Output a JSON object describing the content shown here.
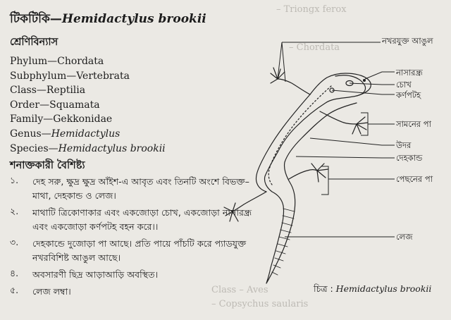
{
  "title": {
    "common_name": "টিকটিকি—",
    "scientific_name": "Hemidactylus brookii"
  },
  "classification": {
    "heading": "শ্রেণিবিন্যাস",
    "ranks": [
      {
        "rank": "Phylum—",
        "value": "Chordata",
        "italic": false
      },
      {
        "rank": "Subphylum—",
        "value": "Vertebrata",
        "italic": false
      },
      {
        "rank": "Class—",
        "value": "Reptilia",
        "italic": false
      },
      {
        "rank": "Order—",
        "value": "Squamata",
        "italic": false
      },
      {
        "rank": "Family—",
        "value": "Gekkonidae",
        "italic": false
      },
      {
        "rank": "Genus—",
        "value": "Hemidactylus",
        "italic": true
      },
      {
        "rank": "Species—",
        "value": "Hemidactylus brookii",
        "italic": true
      }
    ]
  },
  "characteristics": {
    "heading": "শনাক্তকারী বৈশিষ্ট্য",
    "items": [
      {
        "num": "১.",
        "text": "দেহ সরু, ক্ষুদ্র ক্ষুদ্র আঁইশ-এ আবৃত এবং তিনটি অংশে বিভক্ত–মাথা, দেহকান্ড ও লেজ।"
      },
      {
        "num": "২.",
        "text": "মাথাটি ত্রিকোণাকার এবং একজোড়া চোখ, একজোড়া নাসারন্ধ্র এবং একজোড়া কর্ণপটহ বহন করে।।"
      },
      {
        "num": "৩.",
        "text": "দেহকান্ডে দুজোড়া পা আছে। প্রতি পায়ে পাঁচটি করে প্যাডযুক্ত নখরবিশিষ্ট আঙুল আছে।"
      },
      {
        "num": "৪.",
        "text": "অবসারণী ছিদ্র আড়াআড়ি অবস্থিত।"
      },
      {
        "num": "৫.",
        "text": "লেজ লম্বা।"
      }
    ]
  },
  "diagram": {
    "labels": {
      "claw_digit": "নখরযুক্ত আঙুল",
      "nostril": "নাসারন্ধ্র",
      "eye": "চোখ",
      "tympanum": "কর্ণপটহ",
      "forelimb": "সামনের পা",
      "belly": "উদর",
      "trunk": "দেহকান্ড",
      "hindlimb": "পেছনের পা",
      "tail": "লেজ"
    },
    "caption_prefix": "চিত্র : ",
    "caption_species": "Hemidactylus brookii"
  }
}
